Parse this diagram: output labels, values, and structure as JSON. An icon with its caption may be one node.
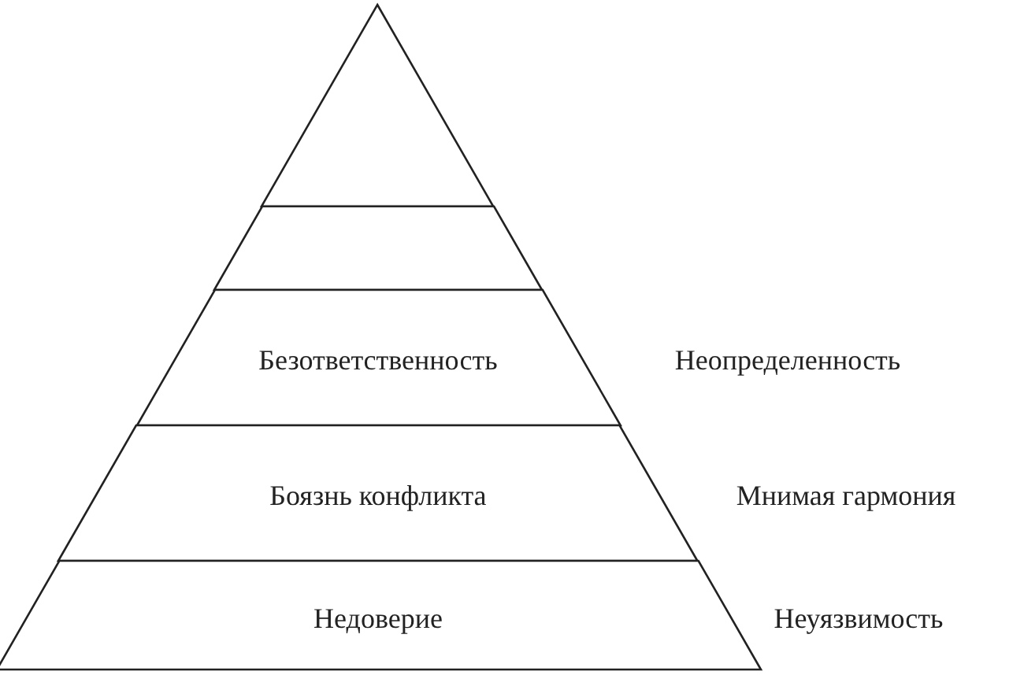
{
  "diagram": {
    "nodes": [
      {
        "text": [],
        "shape": "triangle"
      },
      {
        "text": [],
        "shape": "band"
      },
      {
        "text": [
          "Безответственность"
        ],
        "beside": [
          "Неопределенность"
        ]
      },
      {
        "text": [
          "Боязнь конфликта"
        ],
        "beside": [
          "Мнимая гармония"
        ]
      },
      {
        "text": [
          "Недоверие"
        ],
        "beside": [
          "Неуязвимость"
        ]
      }
    ]
  }
}
